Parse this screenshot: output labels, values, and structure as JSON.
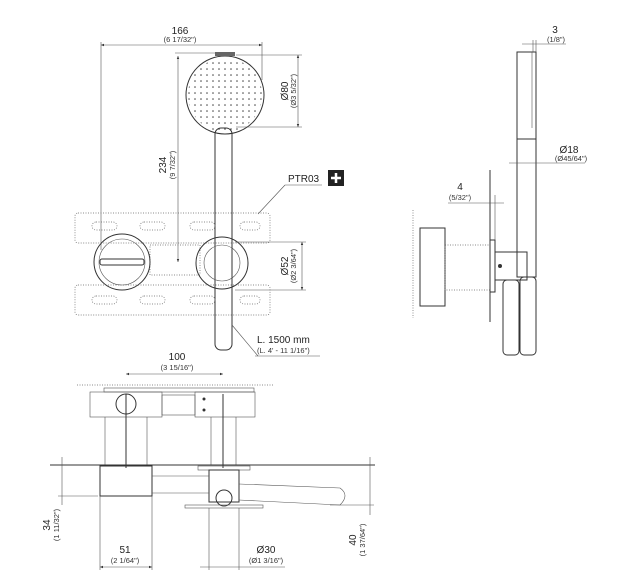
{
  "drawing": {
    "front_view": {
      "width_dim": {
        "mm": "166",
        "in": "(6 17/32\")"
      },
      "head_dia_dim": {
        "mm": "Ø80",
        "in": "(Ø3 5/32\")"
      },
      "height_dim": {
        "mm": "234",
        "in": "(9 7/32\")"
      },
      "part_code": "PTR03",
      "plus_icon": "plus-icon",
      "holder_dia_dim": {
        "mm": "Ø52",
        "in": "(Ø2 3/64\")"
      },
      "hose_length": {
        "mm": "L. 1500 mm",
        "in": "(L. 4' - 11 1/16\")"
      }
    },
    "side_view": {
      "gap_dim": {
        "mm": "3",
        "in": "(1/8\")"
      },
      "handle_dia_dim": {
        "mm": "Ø18",
        "in": "(Ø45/64\")"
      },
      "plate_dim": {
        "mm": "4",
        "in": "(5/32\")"
      }
    },
    "top_view": {
      "spacing_dim": {
        "mm": "100",
        "in": "(3 15/16\")"
      },
      "depth_left_dim": {
        "mm": "34",
        "in": "(1 11/32\")"
      },
      "body_width_dim": {
        "mm": "51",
        "in": "(2 1/64\")"
      },
      "outlet_dia_dim": {
        "mm": "Ø30",
        "in": "(Ø1 3/16\")"
      },
      "depth_right_dim": {
        "mm": "40",
        "in": "(1 37/64\")"
      }
    }
  }
}
